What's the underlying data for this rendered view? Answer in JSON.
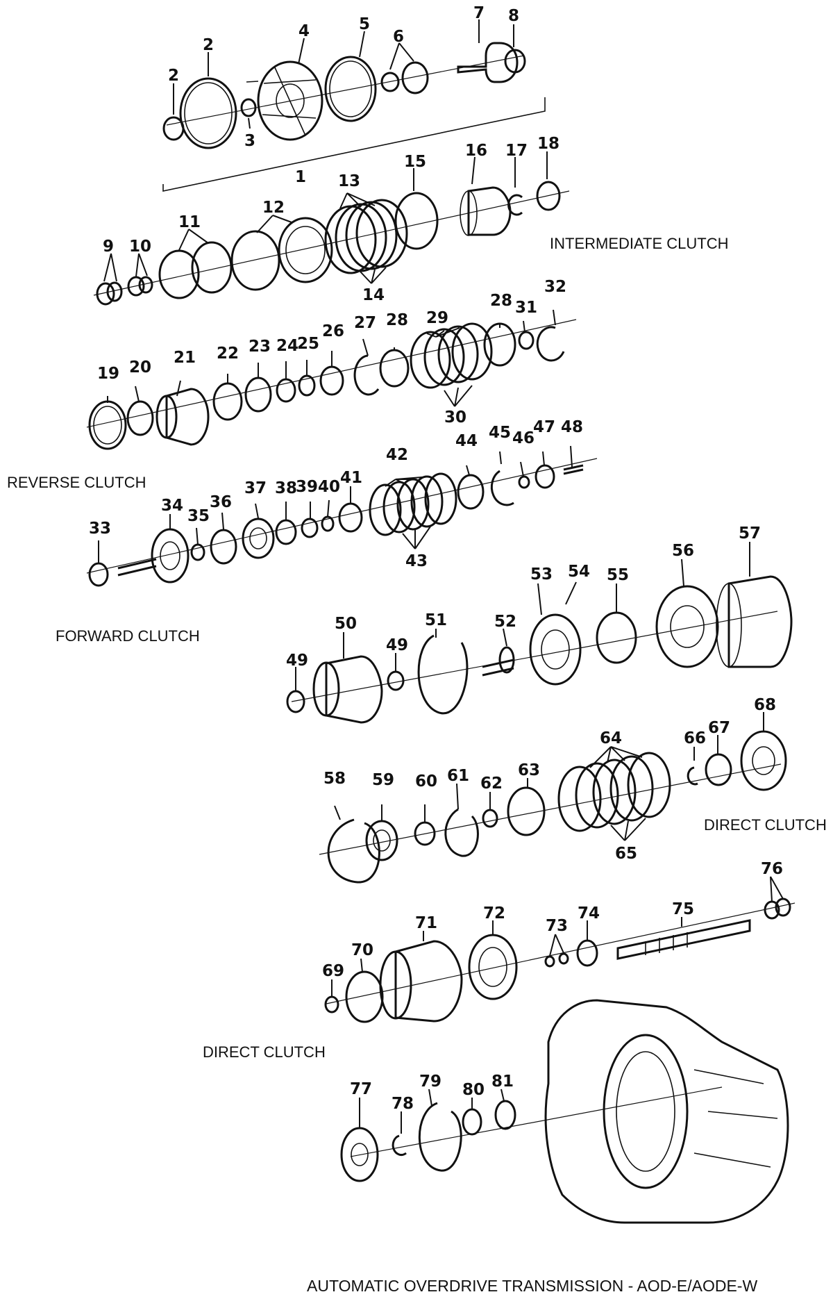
{
  "diagram": {
    "title": "AUTOMATIC OVERDRIVE TRANSMISSION - AOD-E/AODE-W",
    "sections": {
      "intermediate": "INTERMEDIATE CLUTCH",
      "reverse": "REVERSE CLUTCH",
      "forward": "FORWARD CLUTCH",
      "direct_a": "DIRECT CLUTCH",
      "direct_b": "DIRECT CLUTCH"
    },
    "callouts": [
      "2",
      "2",
      "4",
      "5",
      "6",
      "7",
      "8",
      "3",
      "1",
      "13",
      "15",
      "16",
      "17",
      "18",
      "12",
      "11",
      "9",
      "10",
      "14",
      "29",
      "28",
      "31",
      "32",
      "27",
      "28",
      "26",
      "25",
      "24",
      "23",
      "22",
      "21",
      "20",
      "19",
      "30",
      "42",
      "44",
      "45",
      "46",
      "47",
      "48",
      "41",
      "40",
      "39",
      "38",
      "37",
      "36",
      "35",
      "34",
      "33",
      "43",
      "53",
      "54",
      "55",
      "56",
      "57",
      "51",
      "52",
      "50",
      "49",
      "49",
      "64",
      "66",
      "67",
      "68",
      "58",
      "59",
      "60",
      "61",
      "62",
      "63",
      "65",
      "76",
      "75",
      "74",
      "73",
      "72",
      "71",
      "70",
      "69",
      "77",
      "78",
      "79",
      "80",
      "81"
    ]
  }
}
